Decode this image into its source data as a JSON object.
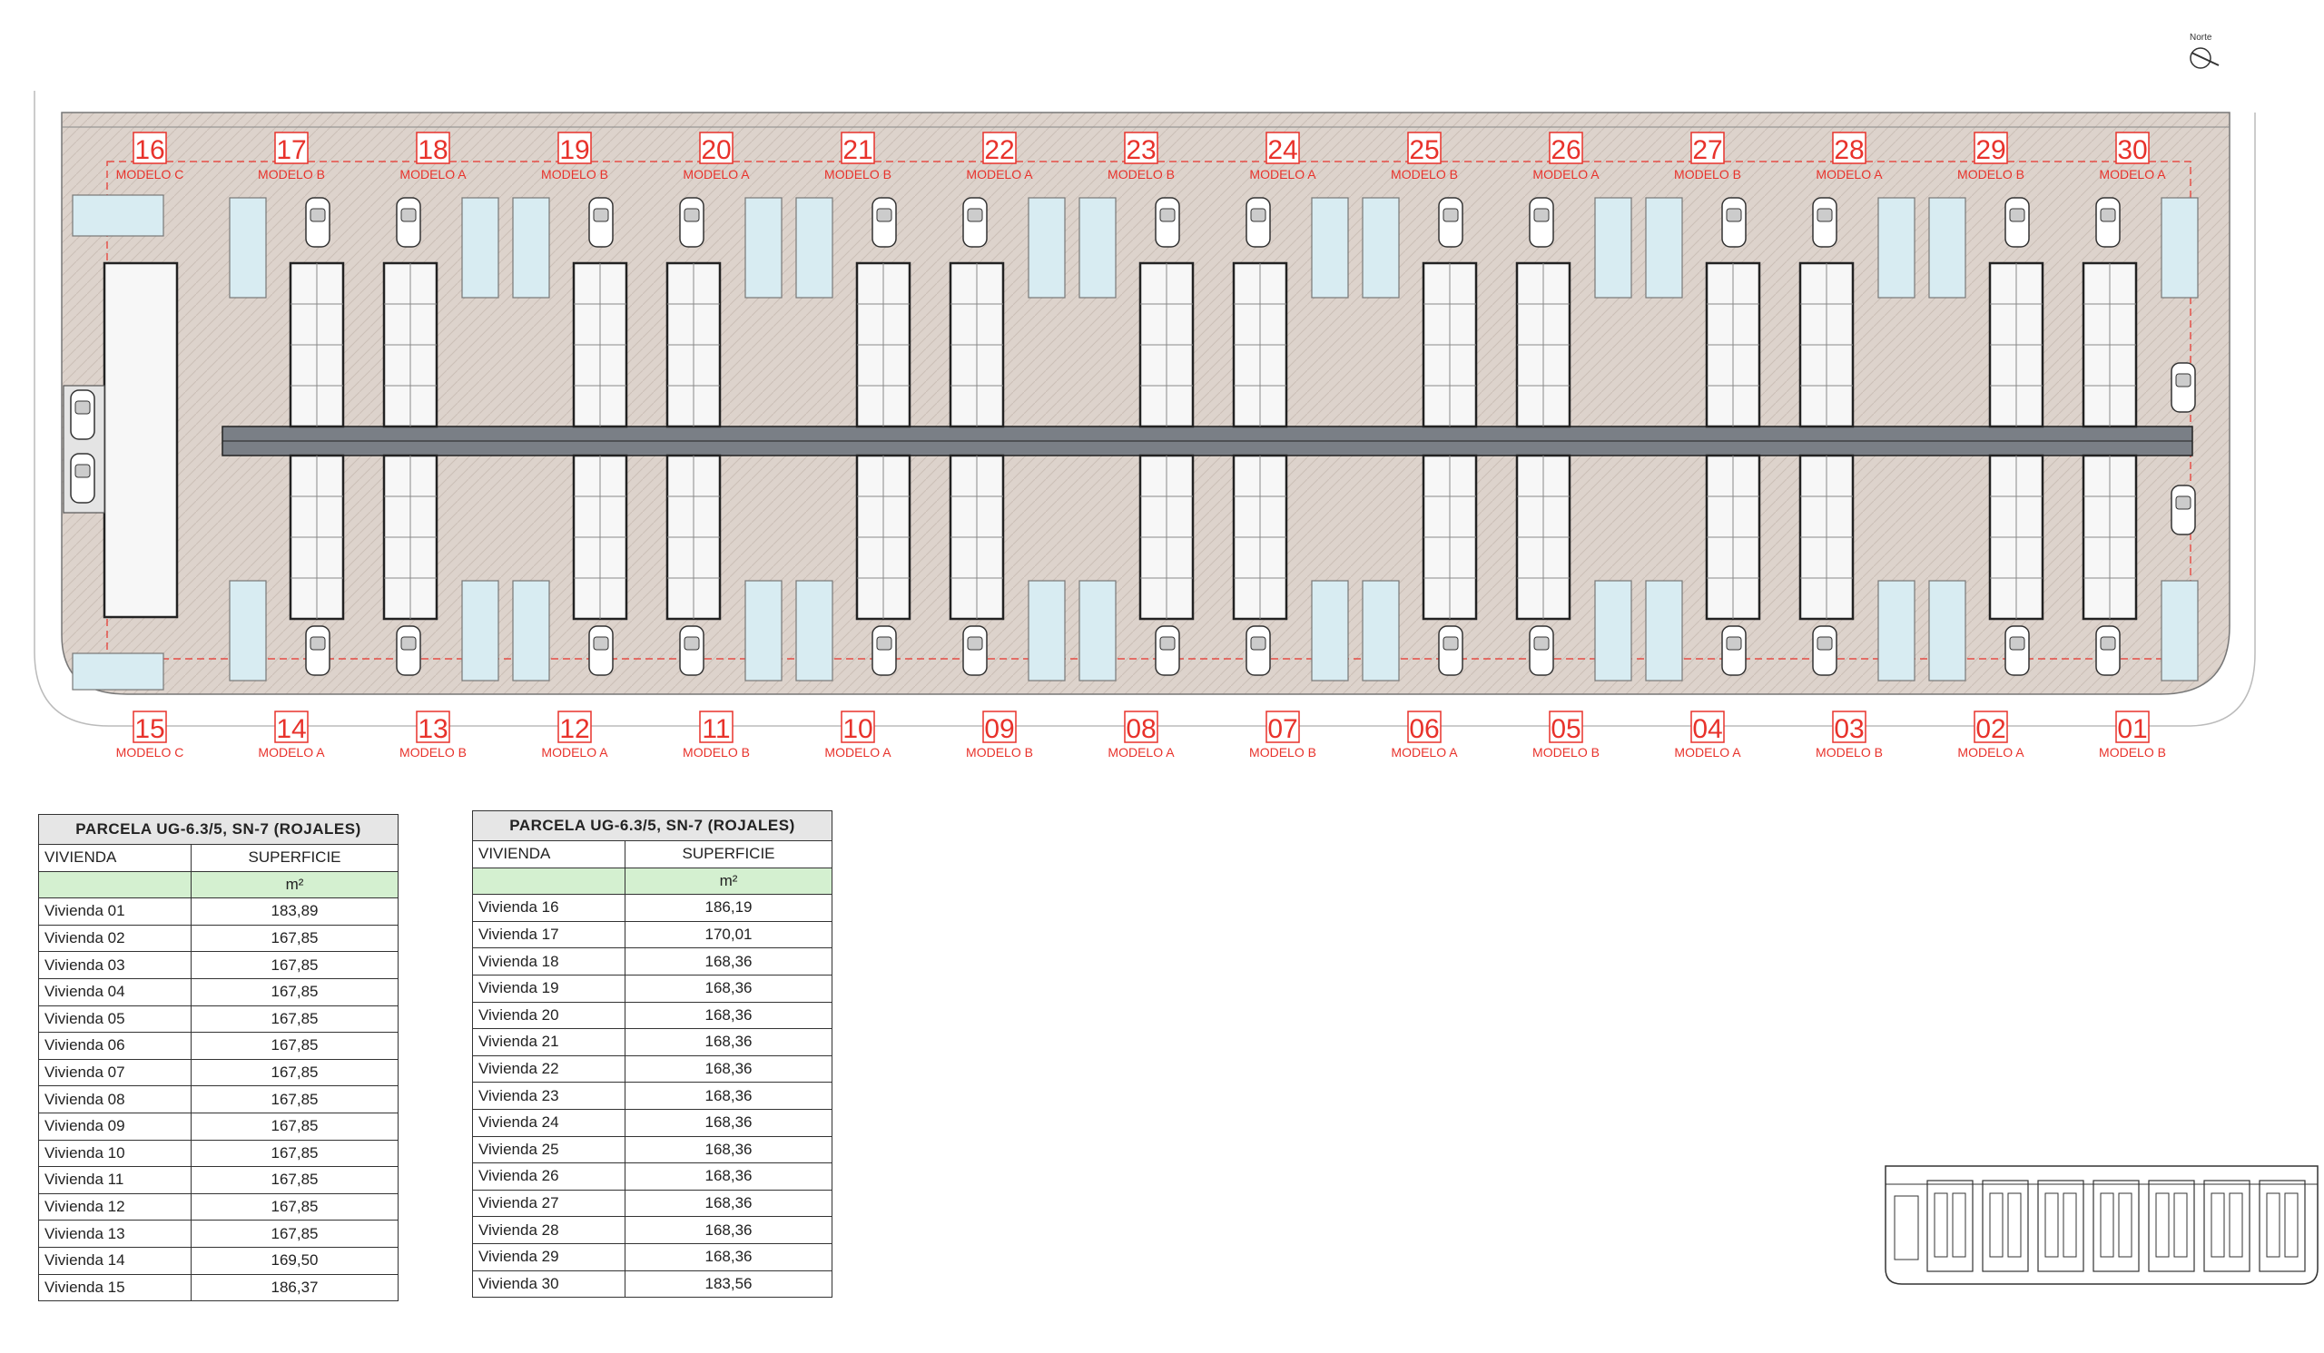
{
  "north_label": "Norte",
  "colors": {
    "lot_red": "#e8322b",
    "paving": "#d9cfc8",
    "pool": "#d8ecf2",
    "header_green": "#d4f0d0"
  },
  "top_lots": [
    {
      "num": "16",
      "model": "MODELO C"
    },
    {
      "num": "17",
      "model": "MODELO B"
    },
    {
      "num": "18",
      "model": "MODELO A"
    },
    {
      "num": "19",
      "model": "MODELO B"
    },
    {
      "num": "20",
      "model": "MODELO A"
    },
    {
      "num": "21",
      "model": "MODELO B"
    },
    {
      "num": "22",
      "model": "MODELO A"
    },
    {
      "num": "23",
      "model": "MODELO B"
    },
    {
      "num": "24",
      "model": "MODELO A"
    },
    {
      "num": "25",
      "model": "MODELO B"
    },
    {
      "num": "26",
      "model": "MODELO A"
    },
    {
      "num": "27",
      "model": "MODELO B"
    },
    {
      "num": "28",
      "model": "MODELO A"
    },
    {
      "num": "29",
      "model": "MODELO B"
    },
    {
      "num": "30",
      "model": "MODELO A"
    }
  ],
  "bottom_lots": [
    {
      "num": "15",
      "model": "MODELO C"
    },
    {
      "num": "14",
      "model": "MODELO A"
    },
    {
      "num": "13",
      "model": "MODELO B"
    },
    {
      "num": "12",
      "model": "MODELO A"
    },
    {
      "num": "11",
      "model": "MODELO B"
    },
    {
      "num": "10",
      "model": "MODELO A"
    },
    {
      "num": "09",
      "model": "MODELO B"
    },
    {
      "num": "08",
      "model": "MODELO A"
    },
    {
      "num": "07",
      "model": "MODELO B"
    },
    {
      "num": "06",
      "model": "MODELO A"
    },
    {
      "num": "05",
      "model": "MODELO B"
    },
    {
      "num": "04",
      "model": "MODELO A"
    },
    {
      "num": "03",
      "model": "MODELO B"
    },
    {
      "num": "02",
      "model": "MODELO A"
    },
    {
      "num": "01",
      "model": "MODELO B"
    }
  ],
  "tables": [
    {
      "title": "PARCELA UG-6.3/5, SN-7 (ROJALES)",
      "col1": "VIVIENDA",
      "col2": "SUPERFICIE",
      "unit": "m²",
      "rows": [
        [
          "Vivienda 01",
          "183,89"
        ],
        [
          "Vivienda 02",
          "167,85"
        ],
        [
          "Vivienda 03",
          "167,85"
        ],
        [
          "Vivienda 04",
          "167,85"
        ],
        [
          "Vivienda 05",
          "167,85"
        ],
        [
          "Vivienda 06",
          "167,85"
        ],
        [
          "Vivienda 07",
          "167,85"
        ],
        [
          "Vivienda 08",
          "167,85"
        ],
        [
          "Vivienda 09",
          "167,85"
        ],
        [
          "Vivienda 10",
          "167,85"
        ],
        [
          "Vivienda 11",
          "167,85"
        ],
        [
          "Vivienda 12",
          "167,85"
        ],
        [
          "Vivienda 13",
          "167,85"
        ],
        [
          "Vivienda 14",
          "169,50"
        ],
        [
          "Vivienda 15",
          "186,37"
        ]
      ]
    },
    {
      "title": "PARCELA UG-6.3/5, SN-7 (ROJALES)",
      "col1": "VIVIENDA",
      "col2": "SUPERFICIE",
      "unit": "m²",
      "rows": [
        [
          "Vivienda 16",
          "186,19"
        ],
        [
          "Vivienda 17",
          "170,01"
        ],
        [
          "Vivienda 18",
          "168,36"
        ],
        [
          "Vivienda 19",
          "168,36"
        ],
        [
          "Vivienda 20",
          "168,36"
        ],
        [
          "Vivienda 21",
          "168,36"
        ],
        [
          "Vivienda 22",
          "168,36"
        ],
        [
          "Vivienda 23",
          "168,36"
        ],
        [
          "Vivienda 24",
          "168,36"
        ],
        [
          "Vivienda 25",
          "168,36"
        ],
        [
          "Vivienda 26",
          "168,36"
        ],
        [
          "Vivienda 27",
          "168,36"
        ],
        [
          "Vivienda 28",
          "168,36"
        ],
        [
          "Vivienda 29",
          "168,36"
        ],
        [
          "Vivienda 30",
          "183,56"
        ]
      ]
    }
  ]
}
